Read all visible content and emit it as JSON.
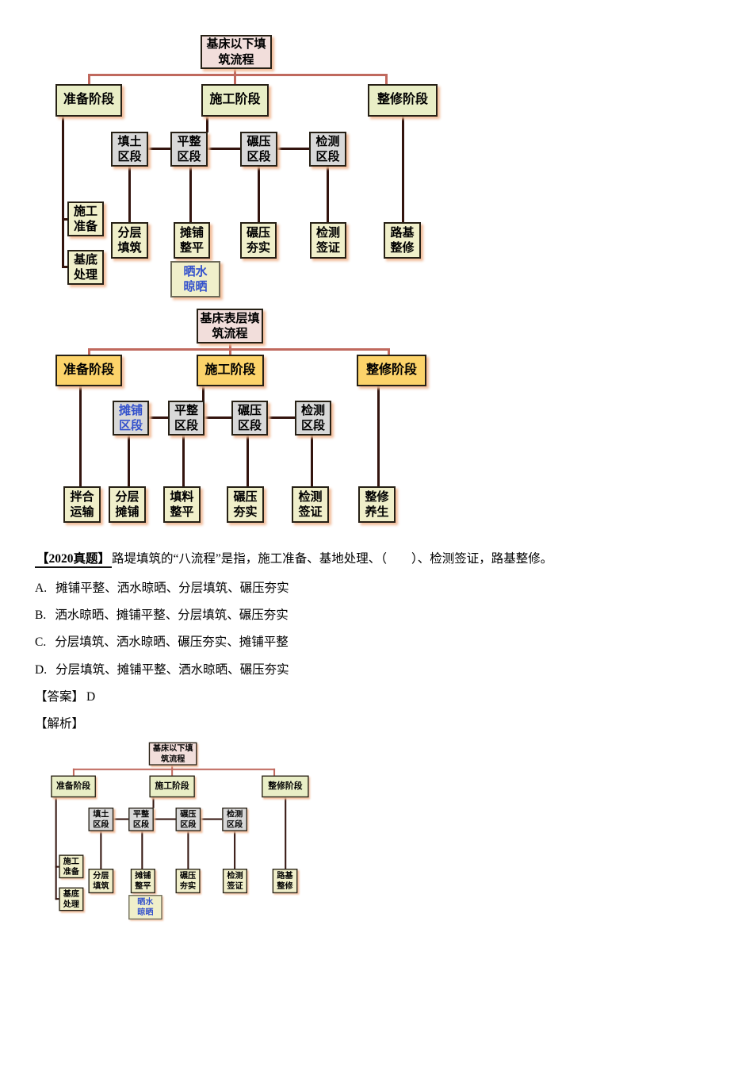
{
  "colors": {
    "root_fill": "#f2dedb",
    "stage_fill_chart1": "#e9eec6",
    "stage_fill_chart2": "#fcd36a",
    "section_fill": "#d8d8d8",
    "process_fill": "#f0efca",
    "blue_text": "#3351cc",
    "line_dark": "#33140e",
    "line_salmon": "#c0695e"
  },
  "chart1": {
    "root": "基床以下填\n筑流程",
    "stages": [
      "准备阶段",
      "施工阶段",
      "整修阶段"
    ],
    "sections": [
      "填土\n区段",
      "平整\n区段",
      "碾压\n区段",
      "检测\n区段"
    ],
    "prep_children": [
      "施工\n准备",
      "基底\n处理"
    ],
    "processes": [
      "分层\n填筑",
      "摊铺\n整平",
      "碾压\n夯实",
      "检测\n签证",
      "路基\n整修"
    ],
    "note": "晒水\n晾晒"
  },
  "chart2": {
    "root": "基床表层填\n筑流程",
    "stages": [
      "准备阶段",
      "施工阶段",
      "整修阶段"
    ],
    "sections": [
      "摊铺\n区段",
      "平整\n区段",
      "碾压\n区段",
      "检测\n区段"
    ],
    "processes": [
      "拌合\n运输",
      "分层\n摊铺",
      "填料\n整平",
      "碾压\n夯实",
      "检测\n签证",
      "整修\n养生"
    ]
  },
  "question": {
    "tag": "【2020真题】",
    "text": "路堤填筑的“八流程”是指，施工准备、基地处理、（　　）、检测签证，路基整修。",
    "options": [
      {
        "label": "A.",
        "text": "摊铺平整、洒水晾晒、分层填筑、碾压夯实"
      },
      {
        "label": "B.",
        "text": "洒水晾晒、摊铺平整、分层填筑、碾压夯实"
      },
      {
        "label": "C.",
        "text": "分层填筑、洒水晾晒、碾压夯实、摊铺平整"
      },
      {
        "label": "D.",
        "text": "分层填筑、摊铺平整、洒水晾晒、碾压夯实"
      }
    ]
  },
  "answer": {
    "label": "【答案】",
    "value": "D"
  },
  "analysis": {
    "label": "【解析】"
  }
}
